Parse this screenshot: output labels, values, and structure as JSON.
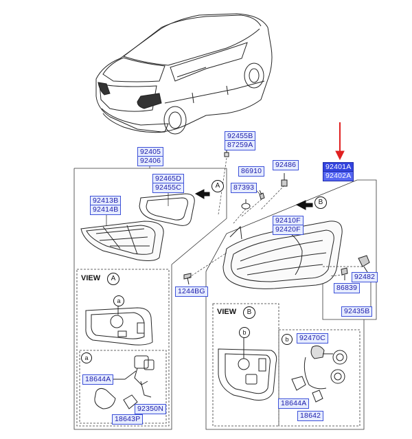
{
  "parts": {
    "p92405": "92405",
    "p92406": "92406",
    "p92465D": "92465D",
    "p92455C": "92455C",
    "p92413B": "92413B",
    "p92414B": "92414B",
    "p92455B": "92455B",
    "p87259A": "87259A",
    "p86910": "86910",
    "p87393": "87393",
    "p92486": "92486",
    "p92401A": "92401A",
    "p92402A": "92402A",
    "p92410F": "92410F",
    "p92420F": "92420F",
    "p1244BG": "1244BG",
    "p92482": "92482",
    "p86839": "86839",
    "p92435B": "92435B",
    "p18644A_left": "18644A",
    "p92350N": "92350N",
    "p18643P": "18643P",
    "p92470C": "92470C",
    "p18644A_right": "18644A",
    "p18642": "18642"
  },
  "views": {
    "view_a_title": "VIEW",
    "view_a_letter": "A",
    "view_b_title": "VIEW",
    "view_b_letter": "B"
  },
  "markers": {
    "arrow_a": "A",
    "arrow_b": "B",
    "detail_a": "a",
    "detail_a_sub": "a",
    "detail_b": "b",
    "detail_b_sub": "b"
  },
  "colors": {
    "label_border": "#3b4fd8",
    "label_fill": "#e6ecff",
    "highlight": "#3344e0",
    "pointer_arrow": "#e02020"
  }
}
